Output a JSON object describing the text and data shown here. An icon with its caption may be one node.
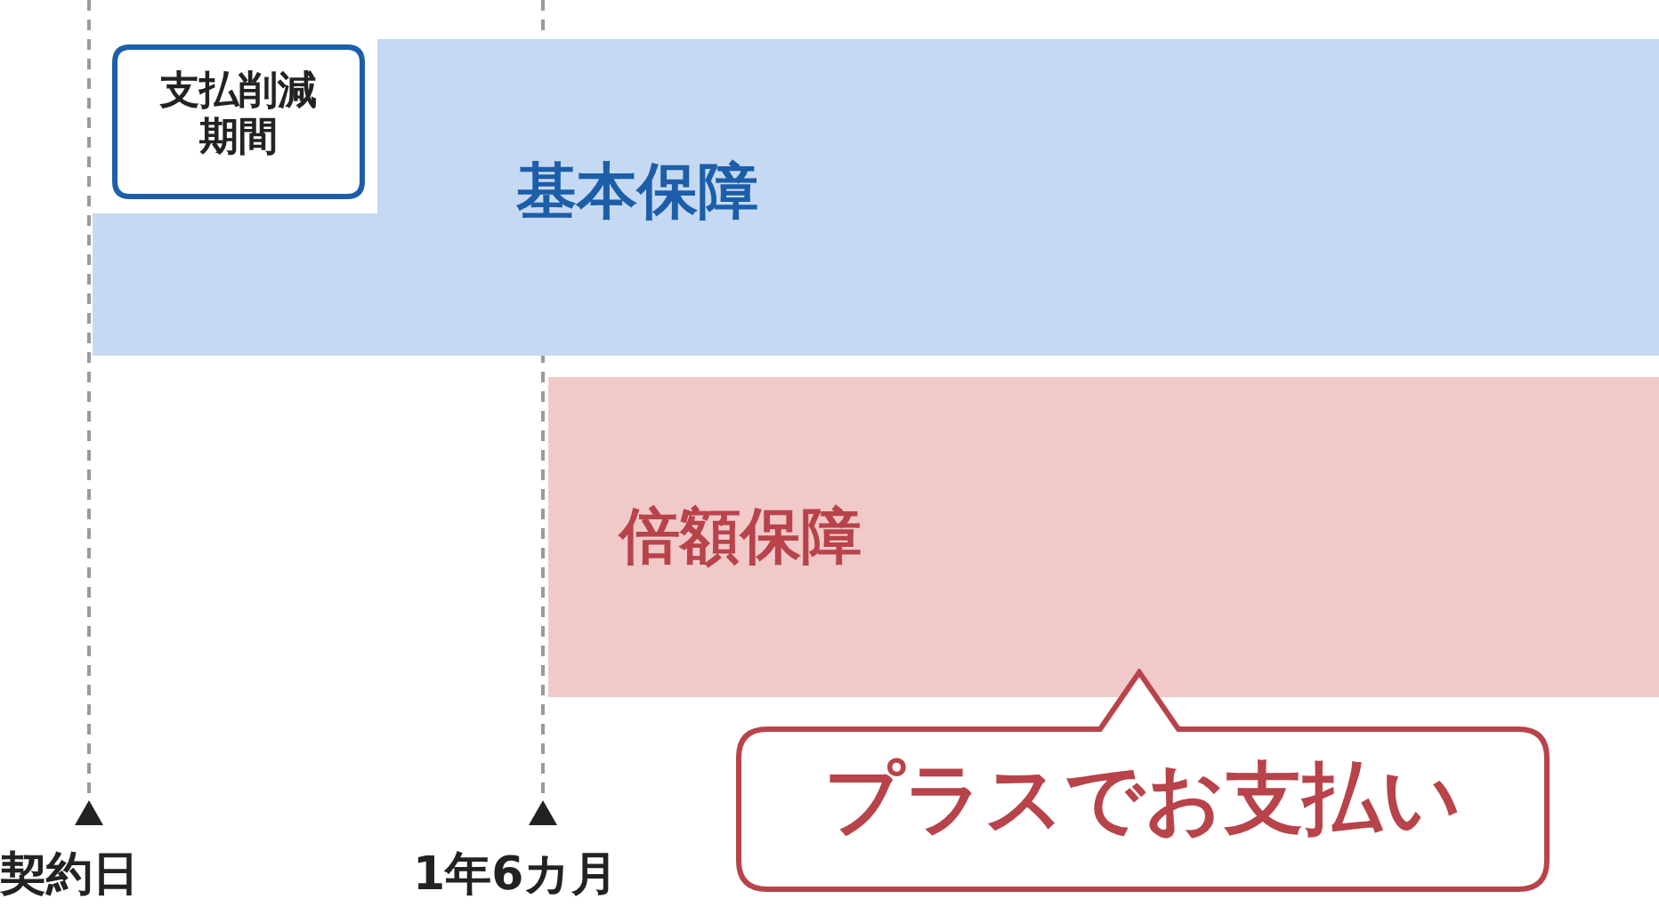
{
  "diagram": {
    "nodes": [
      {
        "text": [
          "基本保障"
        ]
      },
      {
        "text": [
          "支払削減期間"
        ]
      },
      {
        "text": [
          "倍額保障"
        ]
      },
      {
        "text": [
          "プラスでお支払い"
        ]
      }
    ],
    "edges": [],
    "labels": [
      "契約日",
      "1年6カ月"
    ]
  }
}
